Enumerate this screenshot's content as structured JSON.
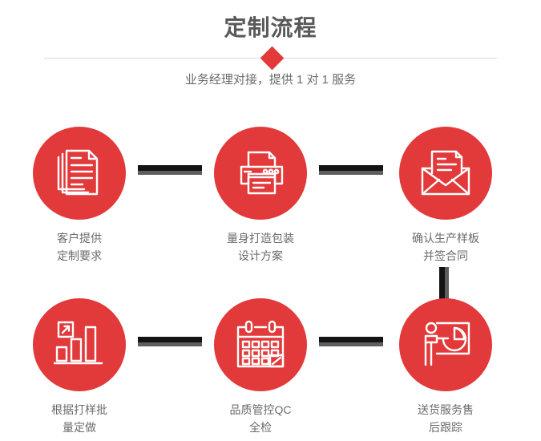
{
  "header": {
    "title": "定制流程",
    "subtitle": "业务经理对接，提供 1 对 1 服务",
    "accent_color": "#e2393a",
    "title_color": "#595959",
    "divider_color": "#d8d8d8",
    "diamond_icon": "diamond-marker"
  },
  "flow": {
    "circle_color": "#e2393a",
    "connector_color": "#131313",
    "connector_shadow_color": "#5e5e5e",
    "label_color": "#6b6b6b",
    "steps": [
      {
        "index": "1",
        "icon": "documents-icon",
        "label": "客户提供\n定制要求",
        "line1": "客户提供",
        "line2": "定制要求"
      },
      {
        "index": "2",
        "icon": "printer-icon",
        "label": "量身打造包装\n设计方案",
        "line1": "量身打造包装",
        "line2": "设计方案"
      },
      {
        "index": "3",
        "icon": "envelope-document-icon",
        "label": "确认生产样板\n并签合同",
        "line1": "确认生产样板",
        "line2": "并签合同"
      },
      {
        "index": "4",
        "icon": "bar-chart-growth-icon",
        "label": "根据打样批\n量定做",
        "line1": "根据打样批",
        "line2": "量定做"
      },
      {
        "index": "5",
        "icon": "calendar-icon",
        "label": "品质管控QC\n全检",
        "line1": "品质管控QC",
        "line2": "全检"
      },
      {
        "index": "6",
        "icon": "presenter-chart-icon",
        "label": "送货服务售\n后跟踪",
        "line1": "送货服务售",
        "line2": "后跟踪"
      }
    ],
    "connectors": [
      {
        "name": "connector-step1-step2",
        "orientation": "horizontal"
      },
      {
        "name": "connector-step2-step3",
        "orientation": "horizontal"
      },
      {
        "name": "connector-step3-step6",
        "orientation": "vertical"
      },
      {
        "name": "connector-step4-step5",
        "orientation": "horizontal"
      },
      {
        "name": "connector-step5-step6",
        "orientation": "horizontal"
      }
    ]
  }
}
